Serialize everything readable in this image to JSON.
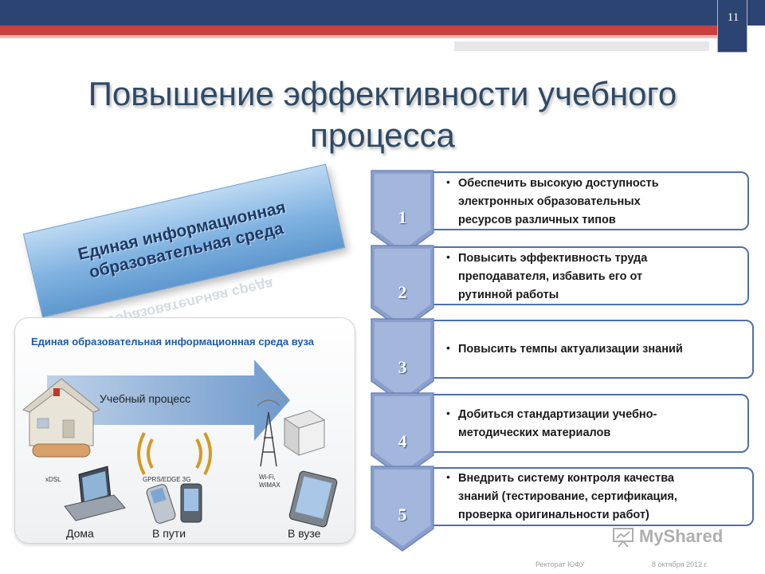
{
  "header": {
    "slide_number": "11"
  },
  "title": {
    "line1": "Повышение эффективности учебного",
    "line2": "процесса"
  },
  "banner": {
    "line1": "Единая информационная",
    "line2": "образовательная среда"
  },
  "diagram": {
    "title": "Единая образовательная информационная среда вуза",
    "arrow_label": "Учебный процесс",
    "labels": {
      "home": "Дома",
      "on_the_way": "В пути",
      "at_university": "В вузе",
      "xdsl": "xDSL",
      "gprs": "GPRS/EDGE  3G",
      "wifi": "Wi-Fi,",
      "wimax": "WiMAX"
    }
  },
  "steps": [
    {
      "number": "1",
      "text": [
        "Обеспечить высокую доступность",
        "электронных образовательных",
        "ресурсов различных типов"
      ]
    },
    {
      "number": "2",
      "text": [
        "Повысить эффективность труда",
        "преподавателя, избавить его от",
        "рутинной работы"
      ]
    },
    {
      "number": "3",
      "text": [
        "Повысить темпы актуализации знаний"
      ]
    },
    {
      "number": "4",
      "text": [
        "Добиться стандартизации учебно-",
        "методических материалов"
      ]
    },
    {
      "number": "5",
      "text": [
        "Внедрить систему контроля качества",
        "знаний (тестирование, сертификация,",
        "проверка оригинальности работ)"
      ]
    }
  ],
  "footer": {
    "left": "Ректорат ЮФУ",
    "right": "8 октября 2012 г."
  },
  "watermark": {
    "text": "MyShared"
  },
  "colors": {
    "navy": "#2c4472",
    "red": "#c9413e",
    "title": "#2e4a64",
    "card_border": "#4f6fa8",
    "chevron": "#8aa0cc"
  }
}
